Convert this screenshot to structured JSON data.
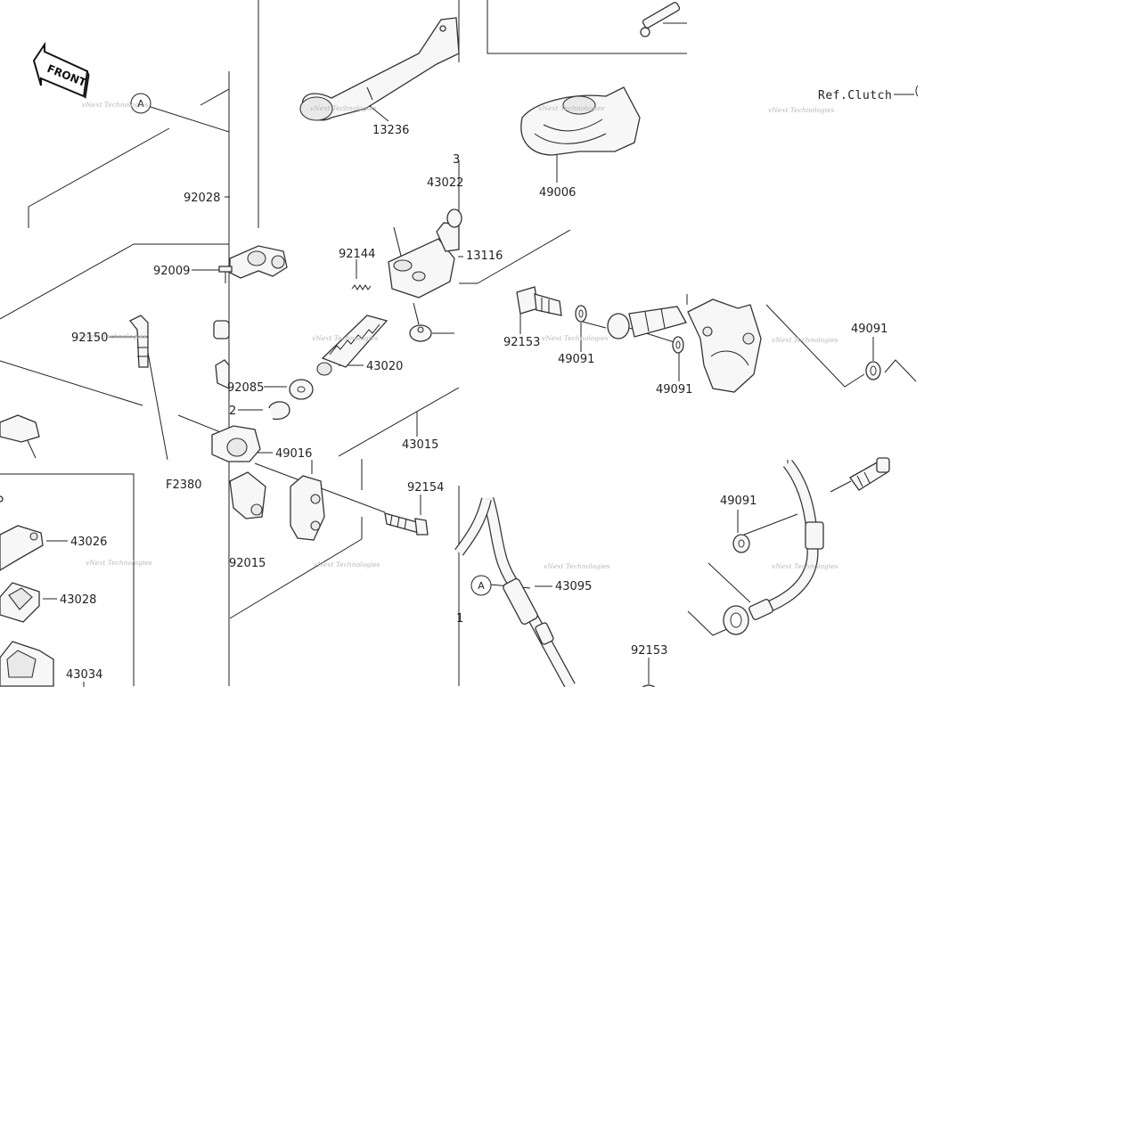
{
  "front_marker": "FRONT",
  "ref_label": "Ref.Clutch",
  "callout_a": "A",
  "watermark": "vNext Technologies",
  "parts": {
    "p13236": "13236",
    "p49006": "49006",
    "p92028": "92028",
    "p43022": "43022",
    "p3": "3",
    "p92144": "92144",
    "p13116": "13116",
    "p92009": "92009",
    "p92150": "92150",
    "p43020": "43020",
    "p92153a": "92153",
    "p49091a": "49091",
    "p49091b": "49091",
    "p49091c": "49091",
    "p49091d": "49091",
    "p92085": "92085",
    "p2": "2",
    "p43015": "43015",
    "p49016": "49016",
    "pF2380": "F2380",
    "p92154": "92154",
    "p43026": "43026",
    "p43028": "43028",
    "p92015": "92015",
    "p43095": "43095",
    "p1": "1",
    "p43034": "43034",
    "p92153b": "92153"
  }
}
